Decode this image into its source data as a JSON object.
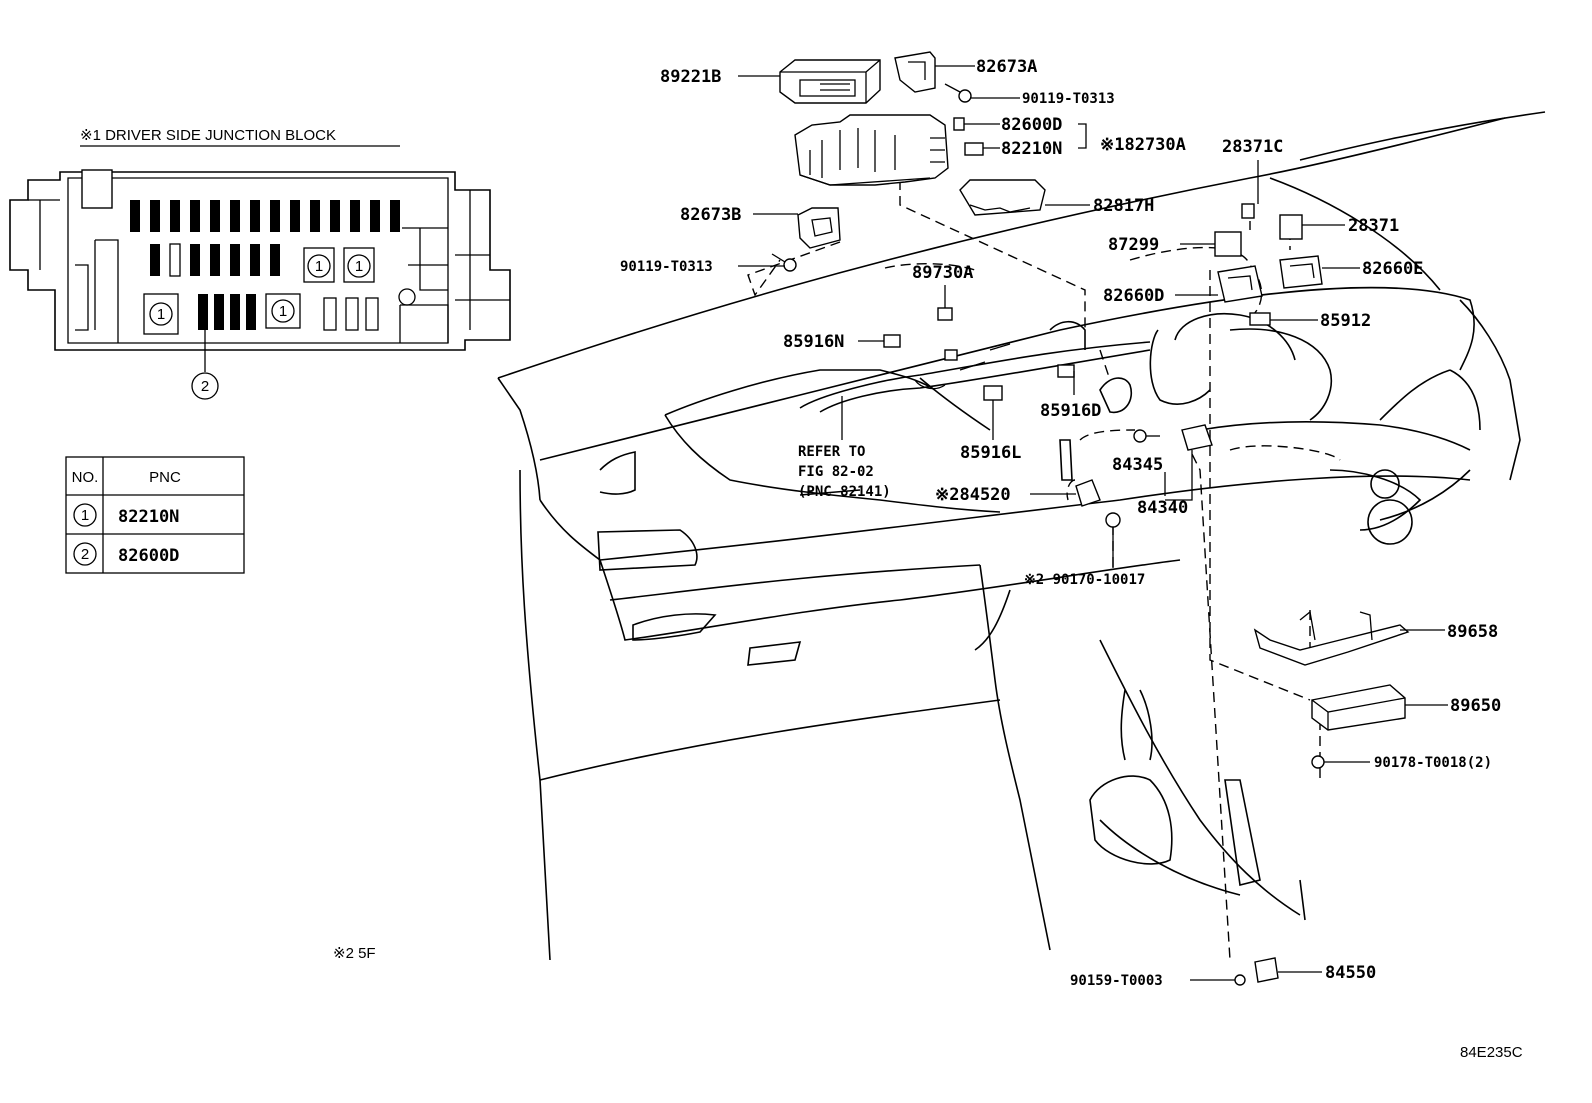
{
  "junction_block": {
    "title": "※1 DRIVER SIDE JUNCTION BLOCK",
    "marker_1": "1",
    "marker_2": "2"
  },
  "pnc_table": {
    "col_no": "NO.",
    "col_pnc": "PNC",
    "rows": [
      {
        "no": "1",
        "pnc": "82210N"
      },
      {
        "no": "2",
        "pnc": "82600D"
      }
    ]
  },
  "labels": {
    "p89221B": "89221B",
    "p82673A": "82673A",
    "p90119_T0313_top": "90119-T0313",
    "p82600D": "82600D",
    "p82210N": "82210N",
    "p82730A": "※182730A",
    "p28371C": "28371C",
    "p82673B": "82673B",
    "p82817H": "82817H",
    "p28371": "28371",
    "p90119_T0313_left": "90119-T0313",
    "p87299": "87299",
    "p89730A": "89730A",
    "p82660E": "82660E",
    "p82660D": "82660D",
    "p85916N": "85916N",
    "p85912": "85912",
    "p85916D": "85916D",
    "refer_1": "REFER TO",
    "refer_2": "FIG 82-02",
    "refer_3": "(PNC 82141)",
    "p85916L": "85916L",
    "p84345": "84345",
    "p84520": "※284520",
    "p84340": "84340",
    "p90170_10017": "※2 90170-10017",
    "p89658": "89658",
    "p89650": "89650",
    "p90178_T0018": "90178-T0018(2)",
    "p84550": "84550",
    "p90159_T0003": "90159-T0003"
  },
  "footnote": "※2 5F",
  "figure_code": "84E235C"
}
